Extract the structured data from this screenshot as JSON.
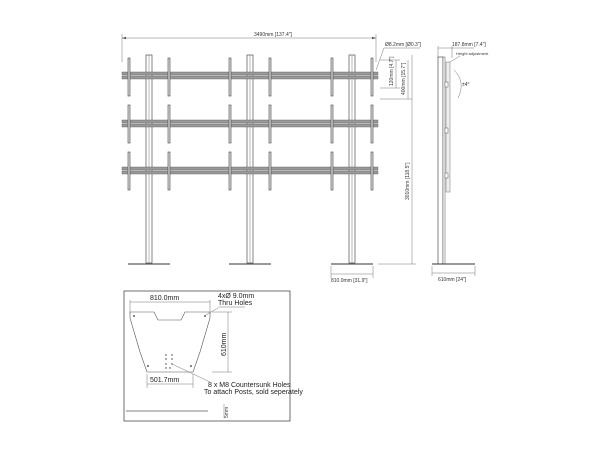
{
  "front_view": {
    "overall_width": "3490mm [137.4\"]",
    "overall_height": "3010mm [118.5\"]",
    "post_diameter": "Ø8.2mm [Ø0.3\"]",
    "rail_spacing_small": "120mm [4.7\"]",
    "rail_spacing_large": "400mm [15.7\"]",
    "base_width": "810.0mm [31.9\"]",
    "columns": 3,
    "rows": 3
  },
  "side_view": {
    "depth": "187.8mm [7.4\"]",
    "height_adjustment_label": "Height adjustment",
    "tilt": "±4°",
    "base_depth": "610mm [24\"]"
  },
  "base_plate_detail": {
    "width": "810.0mm",
    "depth": "610mm",
    "hole_spacing": "501.7mm",
    "thickness": "5mm",
    "thru_holes_line1": "4xØ 9.0mm",
    "thru_holes_line2": "Thru Holes",
    "countersunk_line1": "8 x M8 Countersunk Holes",
    "countersunk_line2": "To attach Posts, sold seperately"
  }
}
